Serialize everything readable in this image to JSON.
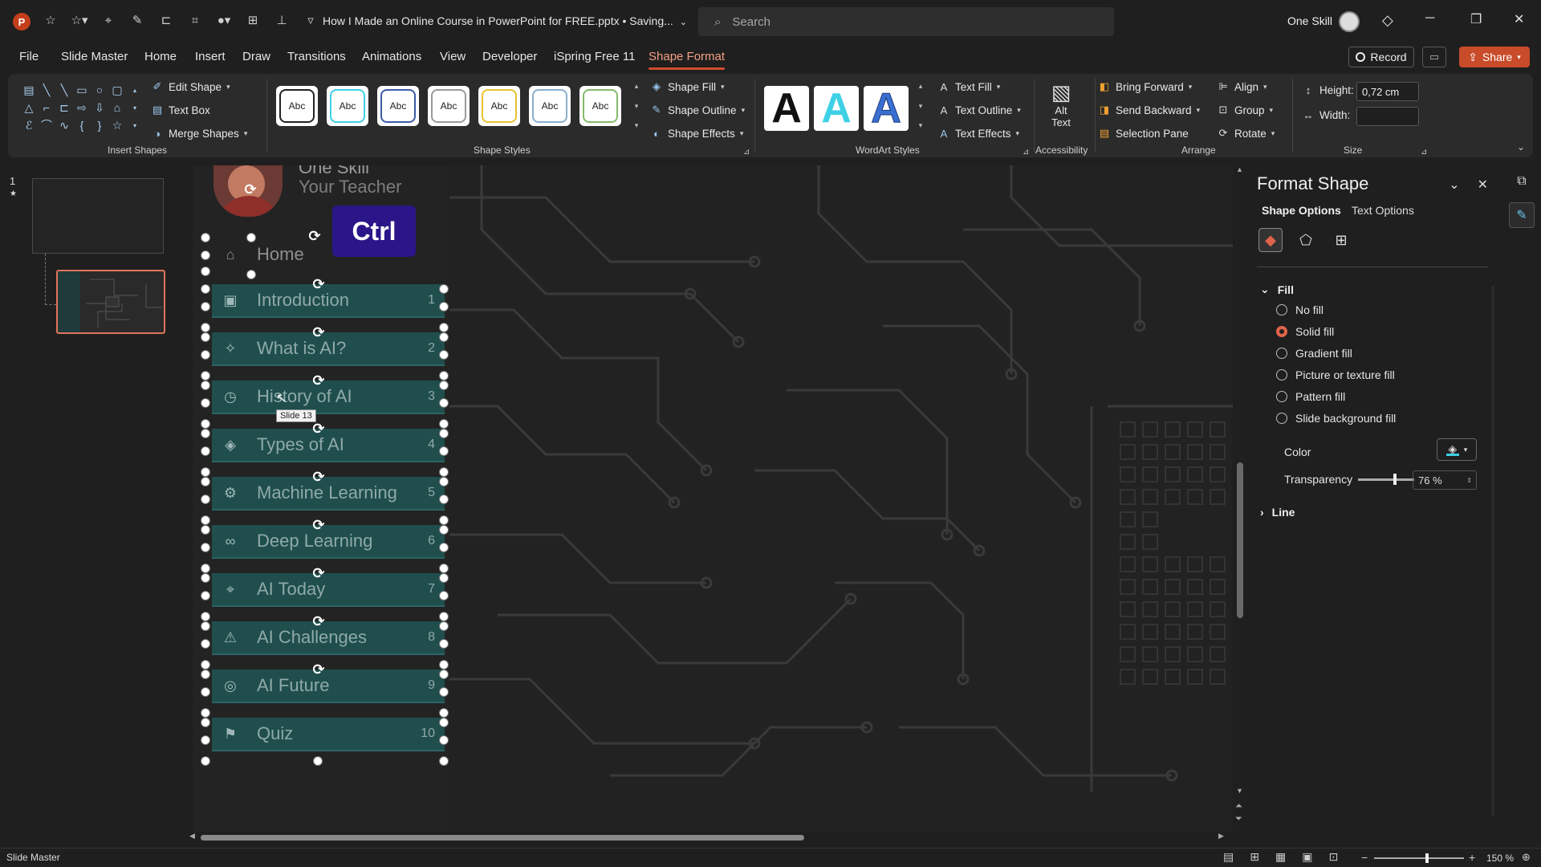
{
  "titlebar": {
    "app_logo": "P",
    "doc_title": "How I Made an Online Course in PowerPoint for FREE.pptx • Saving...",
    "search_placeholder": "Search",
    "user_name": "One Skill"
  },
  "tabs": [
    "File",
    "Slide Master",
    "Home",
    "Insert",
    "Draw",
    "Transitions",
    "Animations",
    "View",
    "Developer",
    "iSpring Free 11",
    "Shape Format"
  ],
  "active_tab": "Shape Format",
  "actions": {
    "record": "Record",
    "share": "Share"
  },
  "ribbon": {
    "insert_shapes": {
      "label": "Insert Shapes",
      "edit_shape": "Edit Shape",
      "text_box": "Text Box",
      "merge_shapes": "Merge Shapes"
    },
    "shape_styles": {
      "label": "Shape Styles",
      "swatch_text": "Abc",
      "shape_fill": "Shape Fill",
      "shape_outline": "Shape Outline",
      "shape_effects": "Shape Effects"
    },
    "wordart": {
      "label": "WordArt Styles",
      "letter": "A",
      "text_fill": "Text Fill",
      "text_outline": "Text Outline",
      "text_effects": "Text Effects"
    },
    "accessibility": {
      "label": "Accessibility",
      "alt_text_1": "Alt",
      "alt_text_2": "Text"
    },
    "arrange": {
      "label": "Arrange",
      "bring_forward": "Bring Forward",
      "send_backward": "Send Backward",
      "selection_pane": "Selection Pane",
      "align": "Align",
      "group": "Group",
      "rotate": "Rotate"
    },
    "size": {
      "label": "Size",
      "height_label": "Height:",
      "height_value": "0,72 cm",
      "width_label": "Width:",
      "width_value": ""
    }
  },
  "thumbnails": {
    "slide_number": "1",
    "star": "★"
  },
  "slide": {
    "teacher_name": "One Skill",
    "teacher_role": "Your Teacher",
    "ctrl_badge": "Ctrl",
    "tooltip": "Slide 13",
    "menu": [
      {
        "label": "Home",
        "num": "",
        "icon": "⌂"
      },
      {
        "label": "Introduction",
        "num": "1",
        "icon": "▣"
      },
      {
        "label": "What is AI?",
        "num": "2",
        "icon": "✧"
      },
      {
        "label": "History of AI",
        "num": "3",
        "icon": "◷"
      },
      {
        "label": "Types of AI",
        "num": "4",
        "icon": "◈"
      },
      {
        "label": "Machine Learning",
        "num": "5",
        "icon": "⚙"
      },
      {
        "label": "Deep Learning",
        "num": "6",
        "icon": "∞"
      },
      {
        "label": "AI Today",
        "num": "7",
        "icon": "⌖"
      },
      {
        "label": "AI Challenges",
        "num": "8",
        "icon": "⚠"
      },
      {
        "label": "AI Future",
        "num": "9",
        "icon": "◎"
      },
      {
        "label": "Quiz",
        "num": "10",
        "icon": "⚑"
      }
    ]
  },
  "format_pane": {
    "title": "Format Shape",
    "tab_shape": "Shape Options",
    "tab_text": "Text Options",
    "fill_header": "Fill",
    "fill_options": [
      "No fill",
      "Solid fill",
      "Gradient fill",
      "Picture or texture fill",
      "Pattern fill",
      "Slide background fill"
    ],
    "selected_fill": "Solid fill",
    "color_label": "Color",
    "transparency_label": "Transparency",
    "transparency_value": "76 %",
    "line_header": "Line",
    "accent_color": "#e0644a",
    "fill_color": "#3ed1e6"
  },
  "statusbar": {
    "left": "Slide Master",
    "zoom": "150 %"
  }
}
